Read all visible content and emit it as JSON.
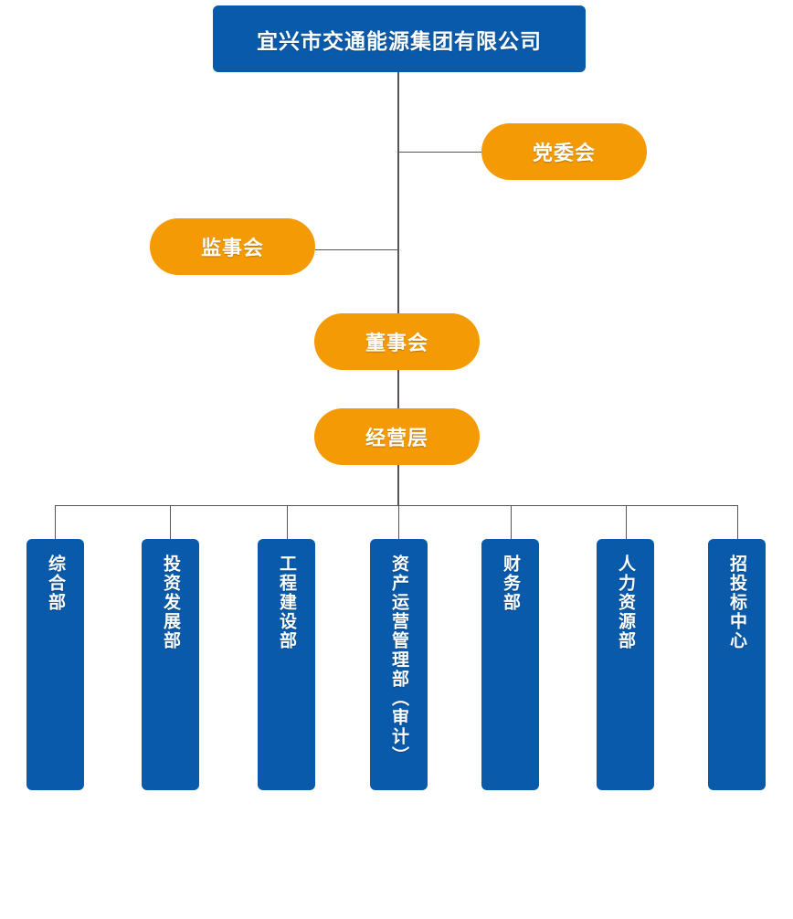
{
  "root": {
    "label": "宜兴市交通能源集团有限公司",
    "color": "#0a5aab"
  },
  "party_committee": {
    "label": "党委会",
    "color": "#f39a04"
  },
  "supervisory_board": {
    "label": "监事会"
  },
  "board_of_directors": {
    "label": "董事会"
  },
  "management": {
    "label": "经营层"
  },
  "departments": [
    {
      "label": "综合部"
    },
    {
      "label": "投资发展部"
    },
    {
      "label": "工程建设部"
    },
    {
      "label": "资产运营管理部（审计）"
    },
    {
      "label": "财务部"
    },
    {
      "label": "人力资源部"
    },
    {
      "label": "招投标中心"
    }
  ]
}
